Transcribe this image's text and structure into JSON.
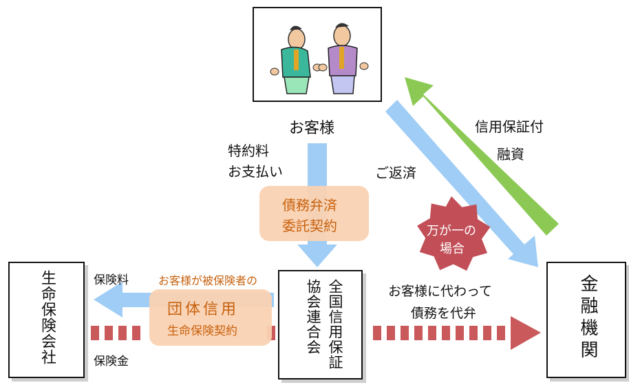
{
  "customer": {
    "label": "お客様"
  },
  "arrows": {
    "premium_payment": [
      "特約料",
      "お支払い"
    ],
    "repayment": "ご返済",
    "guaranteed_loan": [
      "信用保証付",
      "融資"
    ],
    "life_premium": "保険料",
    "life_benefit": "保険金",
    "subrogation": [
      "お客様に代わって",
      "債務を代弁"
    ]
  },
  "contracts": {
    "debt_repayment": [
      "債務弁済",
      "委託契約"
    ],
    "group_life_caption": "お客様が被保険者の",
    "group_life": [
      "団体信用",
      "生命保険契約"
    ]
  },
  "emergency_badge": [
    "万が一の",
    "場合"
  ],
  "entities": {
    "life_insurer": "生命保険会社",
    "association": [
      "全国信用保証",
      "協会連合会"
    ],
    "financial_institution": "金融機関"
  },
  "colors": {
    "light_blue": "#9fcdf5",
    "green": "#8cc954",
    "dotted_red": "#c9595b",
    "badge_red": "#c24f58",
    "peach": "#fad2b2",
    "orange_text": "#c7610e"
  }
}
